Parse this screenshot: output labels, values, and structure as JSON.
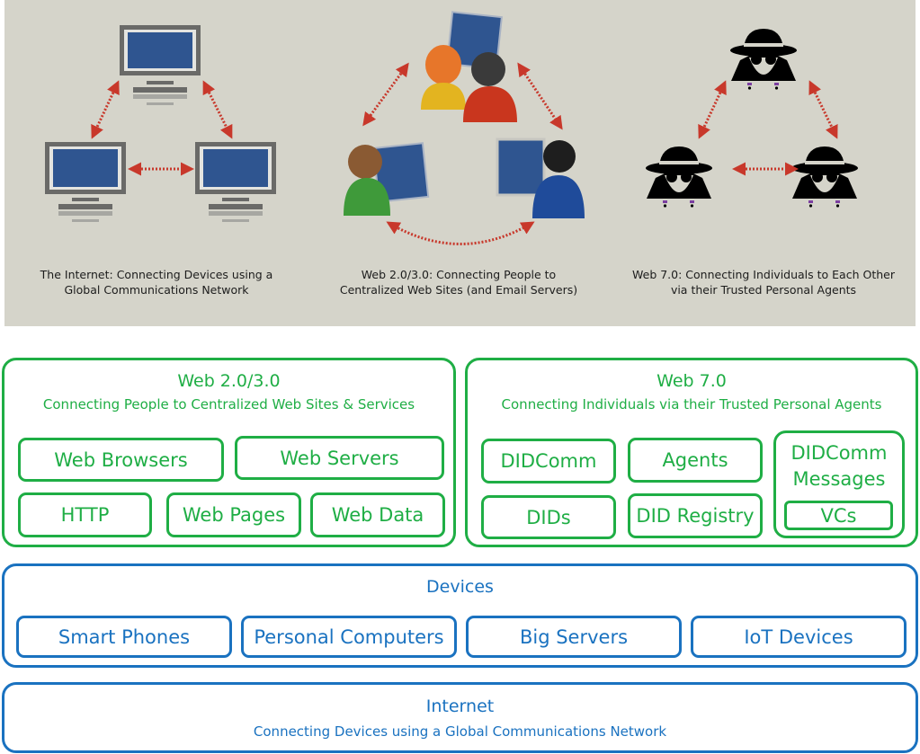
{
  "illustrations": [
    {
      "id": "internet",
      "caption_line1": "The Internet: Connecting Devices using a",
      "caption_line2": "Global Communications Network",
      "icon": "computer-network"
    },
    {
      "id": "web2",
      "caption_line1": "Web 2.0/3.0: Connecting People to",
      "caption_line2": "Centralized Web Sites (and Email Servers)",
      "icon": "people-at-computers"
    },
    {
      "id": "web7",
      "caption_line1": "Web 7.0: Connecting Individuals to Each Other",
      "caption_line2": "via their Trusted Personal Agents",
      "icon": "spy-agents"
    }
  ],
  "web2": {
    "title": "Web 2.0/3.0",
    "subtitle": "Connecting People to Centralized Web Sites & Services",
    "items": [
      "Web Browsers",
      "Web Servers",
      "HTTP",
      "Web Pages",
      "Web Data"
    ]
  },
  "web7": {
    "title": "Web 7.0",
    "subtitle": "Connecting Individuals via their Trusted Personal Agents",
    "items": [
      "DIDComm",
      "Agents",
      "DIDs",
      "DID Registry"
    ],
    "messages": {
      "label_line1": "DIDComm",
      "label_line2": "Messages",
      "inner": "VCs"
    }
  },
  "devices": {
    "title": "Devices",
    "items": [
      "Smart Phones",
      "Personal Computers",
      "Big Servers",
      "IoT Devices"
    ]
  },
  "internet": {
    "title": "Internet",
    "subtitle": "Connecting Devices using a Global Communications Network"
  },
  "colors": {
    "web_green": "#1fae45",
    "device_blue": "#1a72c0",
    "arrow_red": "#c8382b",
    "screen_blue": "#2f5590",
    "panel_bg": "#d5d4ca"
  }
}
